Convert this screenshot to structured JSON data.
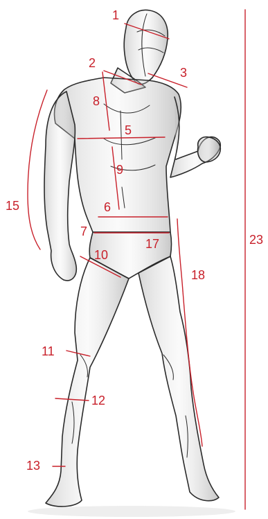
{
  "colors": {
    "measure": "#c8202a",
    "sketch": "#2a2a2a",
    "shade": "#8a8a8a"
  },
  "labels": {
    "l1": "1",
    "l2": "2",
    "l3": "3",
    "l5": "5",
    "l6": "6",
    "l7": "7",
    "l8": "8",
    "l9": "9",
    "l10": "10",
    "l11": "11",
    "l12": "12",
    "l13": "13",
    "l15": "15",
    "l17": "17",
    "l18": "18",
    "l23": "23"
  }
}
